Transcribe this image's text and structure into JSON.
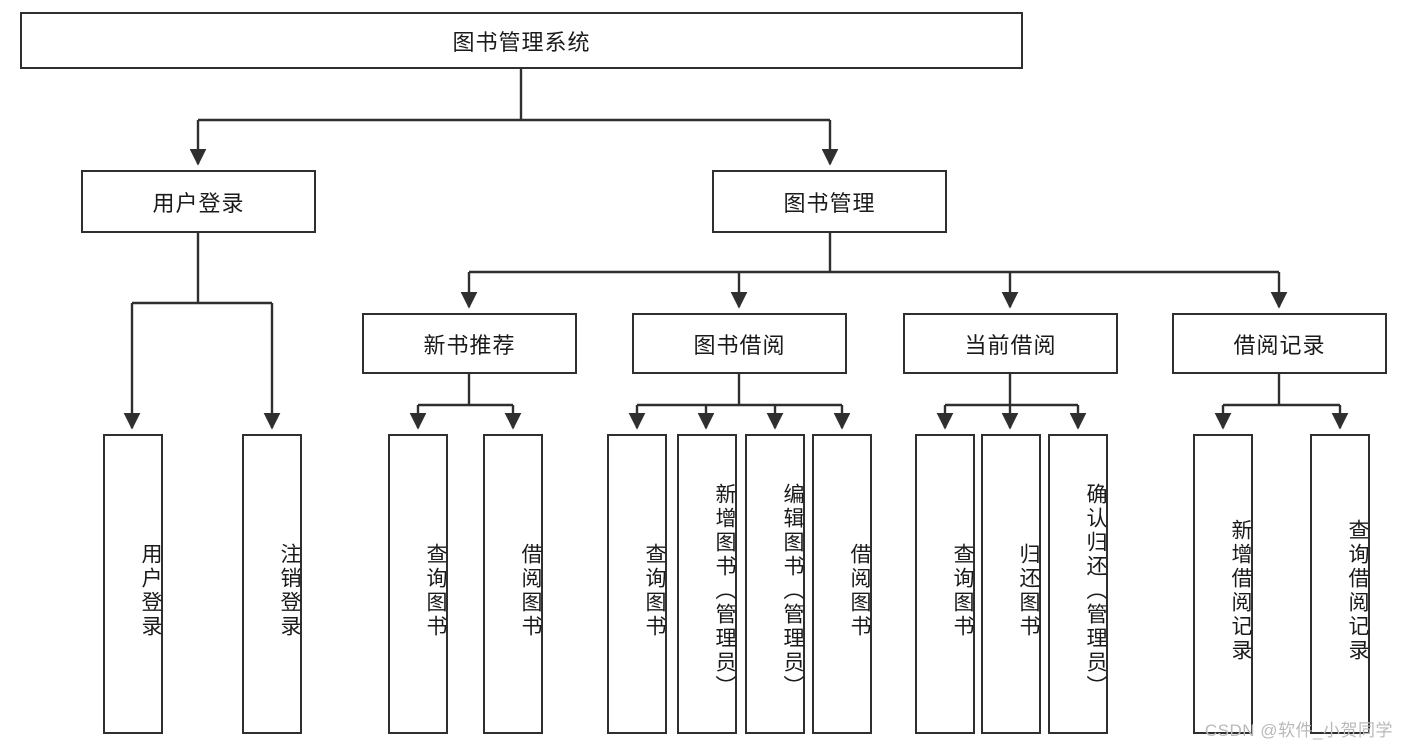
{
  "diagram": {
    "title": "图书管理系统",
    "type": "tree-hierarchy-chart",
    "root": {
      "label": "图书管理系统"
    },
    "level2": [
      {
        "label": "用户登录"
      },
      {
        "label": "图书管理"
      }
    ],
    "level3": [
      {
        "label": "新书推荐"
      },
      {
        "label": "图书借阅"
      },
      {
        "label": "当前借阅"
      },
      {
        "label": "借阅记录"
      }
    ],
    "leaves": {
      "user_login": [
        {
          "label": "用户登录"
        },
        {
          "label": "注销登录"
        }
      ],
      "new_book_recommend": [
        {
          "label": "查询图书"
        },
        {
          "label": "借阅图书"
        }
      ],
      "book_borrow": [
        {
          "label": "查询图书"
        },
        {
          "label": "新增图书（管理员）"
        },
        {
          "label": "编辑图书（管理员）"
        },
        {
          "label": "借阅图书"
        }
      ],
      "current_borrow": [
        {
          "label": "查询图书"
        },
        {
          "label": "归还图书"
        },
        {
          "label": "确认归还（管理员）"
        }
      ],
      "borrow_record": [
        {
          "label": "新增借阅记录"
        },
        {
          "label": "查询借阅记录"
        }
      ]
    }
  },
  "watermark": {
    "text": "CSDN @软件_小贺同学"
  },
  "colors": {
    "stroke": "#2f2f2f",
    "background": "#ffffff",
    "text": "#1a1a1a",
    "watermark": "#b9b9b9"
  }
}
